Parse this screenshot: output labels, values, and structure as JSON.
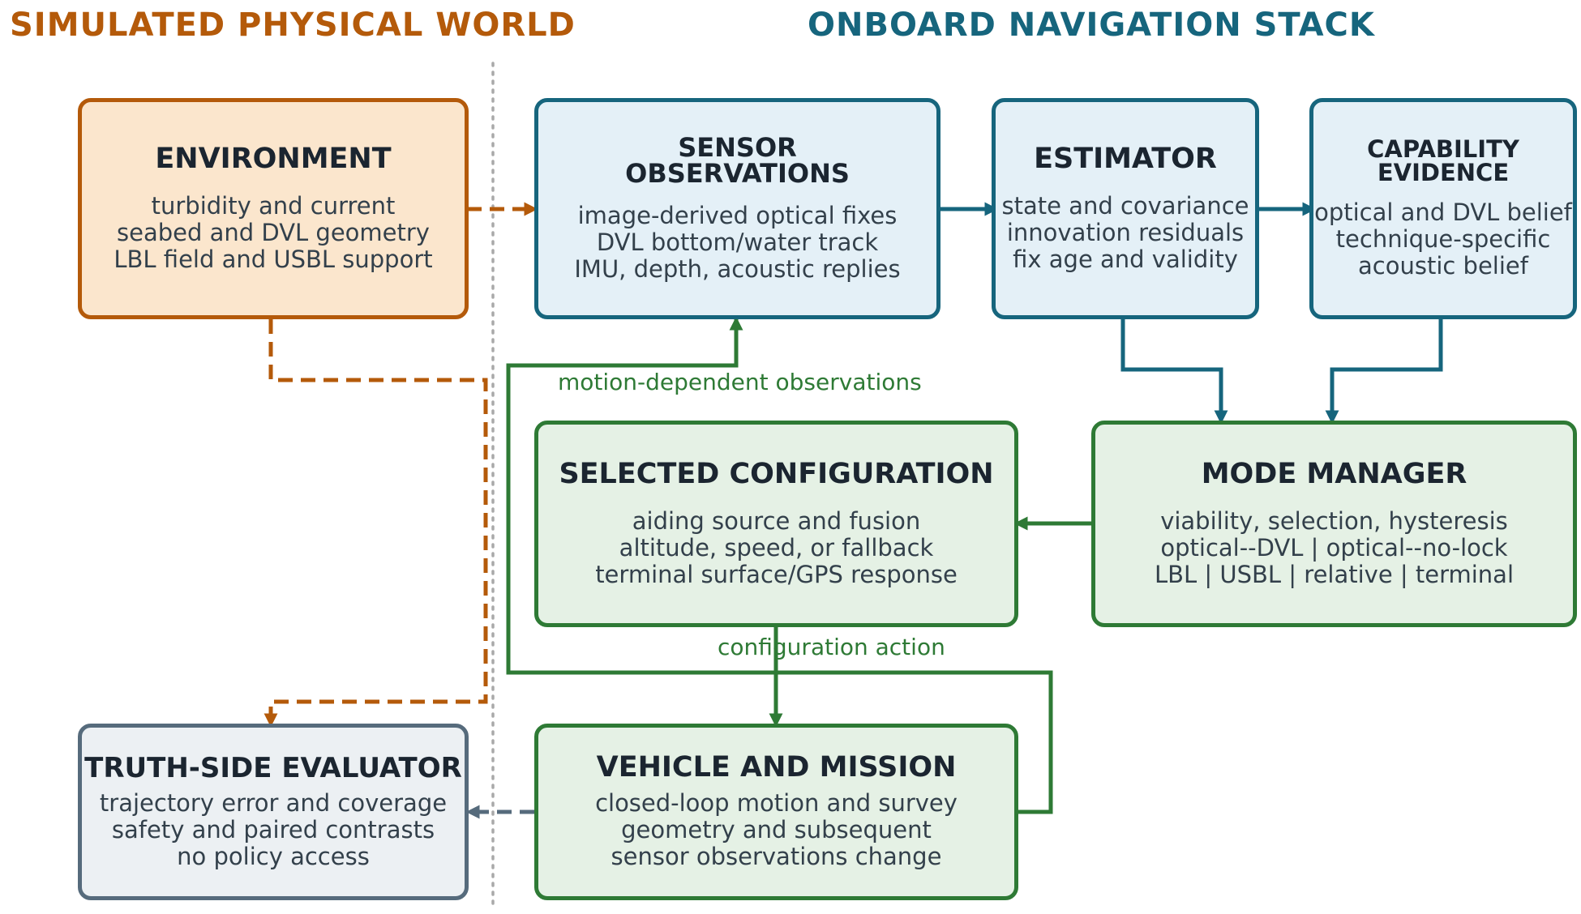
{
  "headers": {
    "left": "SIMULATED PHYSICAL WORLD",
    "right": "ONBOARD NAVIGATION STACK"
  },
  "colors": {
    "orange": "#b45a0a",
    "teal": "#16657d",
    "green": "#2e7a35",
    "slate": "#566b7c",
    "orange_fill": "#fbe6cd",
    "teal_fill": "#e4f0f7",
    "green_fill": "#e5f1e5",
    "slate_fill": "#ecf0f3",
    "divider": "#a9a9a9"
  },
  "boxes": {
    "environment": {
      "title": "ENVIRONMENT",
      "lines": [
        "turbidity and current",
        "seabed and DVL geometry",
        "LBL field and USBL support"
      ]
    },
    "sensor_observations": {
      "title": "SENSOR\nOBSERVATIONS",
      "lines": [
        "image-derived optical fixes",
        "DVL bottom/water track",
        "IMU, depth, acoustic replies"
      ]
    },
    "estimator": {
      "title": "ESTIMATOR",
      "lines": [
        "state and covariance",
        "innovation residuals",
        "fix age and validity"
      ]
    },
    "capability_evidence": {
      "title": "CAPABILITY\nEVIDENCE",
      "lines": [
        "optical and DVL belief",
        "technique-specific",
        "acoustic belief"
      ]
    },
    "selected_configuration": {
      "title": "SELECTED CONFIGURATION",
      "lines": [
        "aiding source and fusion",
        "altitude, speed, or fallback",
        "terminal surface/GPS response"
      ]
    },
    "mode_manager": {
      "title": "MODE MANAGER",
      "lines": [
        "viability, selection, hysteresis",
        "optical--DVL | optical--no-lock",
        "LBL | USBL | relative | terminal"
      ]
    },
    "truth_side_evaluator": {
      "title": "TRUTH-SIDE EVALUATOR",
      "lines": [
        "trajectory error and coverage",
        "safety and paired contrasts",
        "no policy access"
      ]
    },
    "vehicle_and_mission": {
      "title": "VEHICLE AND MISSION",
      "lines": [
        "closed-loop motion and survey",
        "geometry and subsequent",
        "sensor observations change"
      ]
    }
  },
  "edge_labels": {
    "motion": "motion-dependent observations",
    "configuration": "configuration action"
  }
}
